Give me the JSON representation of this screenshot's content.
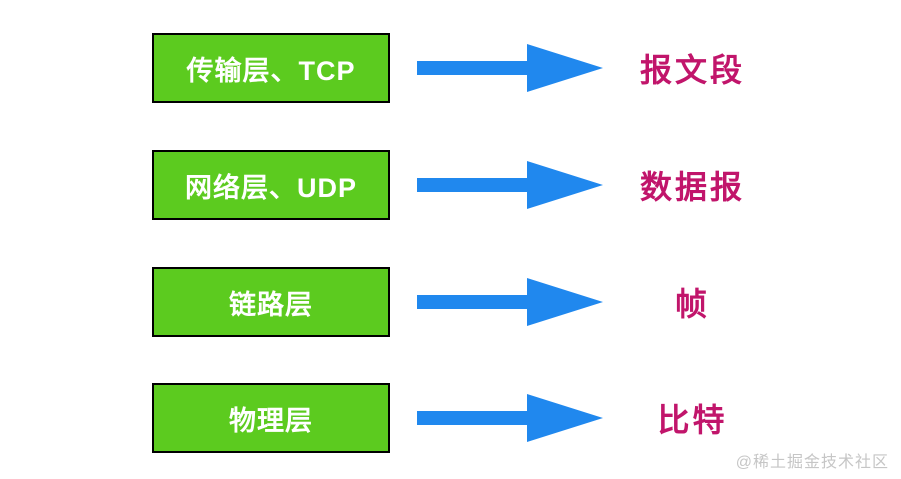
{
  "page": {
    "watermark": "@稀土掘金技术社区"
  },
  "colors": {
    "box_green": "#5ccb1f",
    "box_border": "#000000",
    "box_text": "#ffffff",
    "arrow_blue": "#2088ee",
    "label_magenta": "#c1156b",
    "watermark_gray": "#c6c6c6"
  },
  "rows": [
    {
      "layer": "传输层、TCP",
      "unit": "报文段"
    },
    {
      "layer": "网络层、UDP",
      "unit": "数据报"
    },
    {
      "layer": "链路层",
      "unit": "帧"
    },
    {
      "layer": "物理层",
      "unit": "比特"
    }
  ]
}
